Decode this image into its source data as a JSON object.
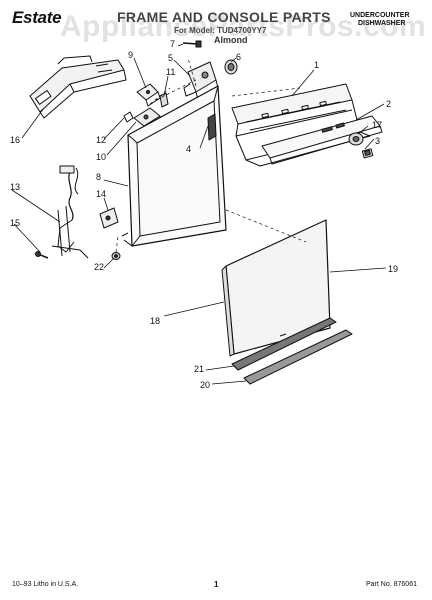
{
  "header": {
    "brand": "Estate",
    "title": "FRAME AND CONSOLE PARTS",
    "for_line": "For Model: TUD4700YY7",
    "color": "Almond",
    "type_line1": "UNDERCOUNTER",
    "type_line2": "DISHWASHER",
    "watermark": "AppliancePartsPros.com"
  },
  "callouts": [
    "1",
    "2",
    "3",
    "4",
    "5",
    "6",
    "7",
    "8",
    "9",
    "10",
    "11",
    "12",
    "13",
    "14",
    "15",
    "16",
    "17",
    "18",
    "19",
    "20",
    "21",
    "22"
  ],
  "footer": {
    "left": "10–93 Litho in U.S.A.",
    "page": "1",
    "right": "Part No. 876061"
  }
}
